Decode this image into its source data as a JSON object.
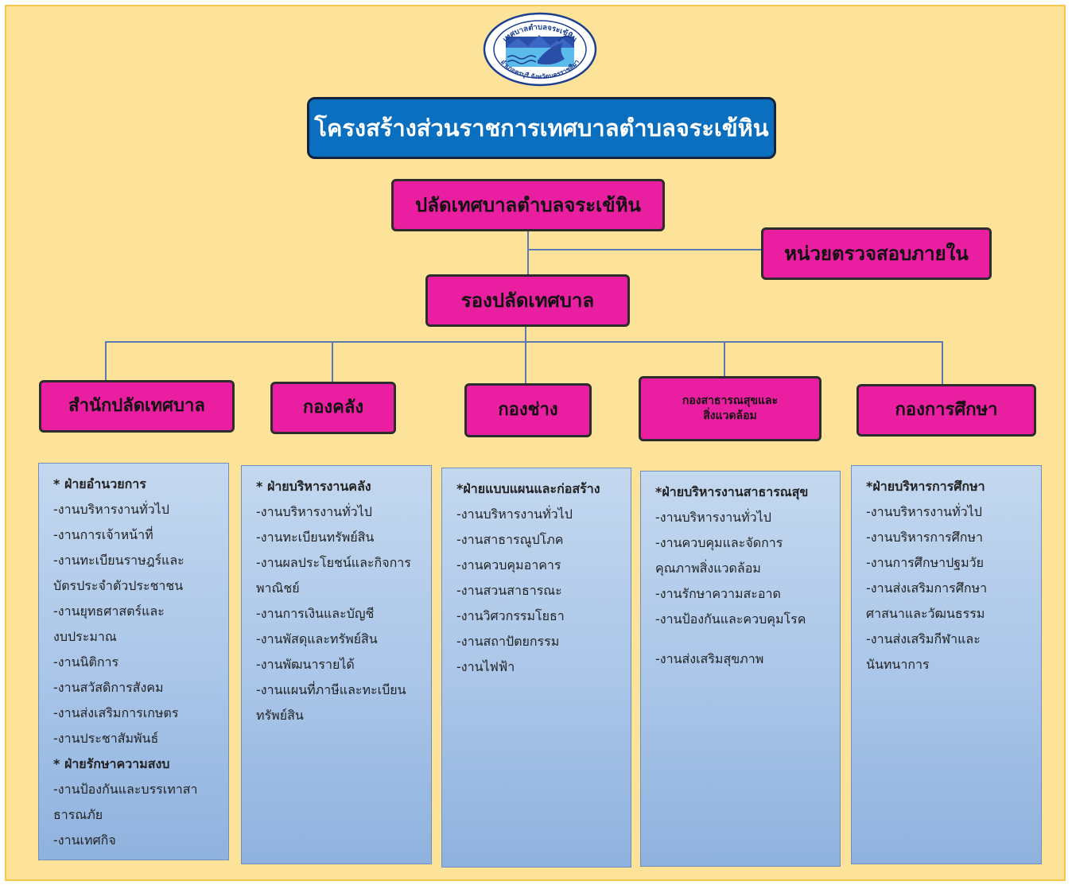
{
  "logo": {
    "icon": "municipality-seal-icon",
    "text_top": "เทศบาลตำบลจระเข้หิน",
    "text_bottom": "อำเภอครบุรี จังหวัดนครราชสีมา"
  },
  "title": "โครงสร้างส่วนราชการเทศบาลตำบลจระเข้หิน",
  "top_boxes": {
    "deputy_mayor": "ปลัดเทศบาลตำบลจระเข้หิน",
    "internal_audit": "หน่วยตรวจสอบภายใน",
    "assistant": "รองปลัดเทศบาล"
  },
  "departments": [
    {
      "name_lines": [
        "สำนักปลัดเทศบาล"
      ],
      "groups": [
        {
          "head": "* ฝ่ายอำนวยการ",
          "items": [
            "-งานบริหารงานทั่วไป",
            "-งานการเจ้าหน้าที่",
            "-งานทะเบียนราษฎร์และ",
            "บัตรประจำตัวประชาชน",
            "-งานยุทธศาสตร์และ",
            "งบประมาณ",
            "-งานนิติการ",
            "-งานสวัสดิการสังคม",
            "-งานส่งเสริมการเกษตร",
            "-งานประชาสัมพันธ์"
          ]
        },
        {
          "head": "* ฝ่ายรักษาความสงบ",
          "items": [
            "-งานป้องกันและบรรเทาสา",
            "ธารณภัย",
            "-งานเทศกิจ"
          ]
        }
      ]
    },
    {
      "name_lines": [
        "กองคลัง"
      ],
      "groups": [
        {
          "head": "* ฝ่ายบริหารงานคลัง",
          "items": [
            "-งานบริหารงานทั่วไป",
            "-งานทะเบียนทรัพย์สิน",
            "-งานผลประโยชน์และกิจการ",
            "พาณิชย์",
            "-งานการเงินและบัญชี",
            "-งานพัสดุและทรัพย์สิน",
            "-งานพัฒนารายได้",
            "-งานแผนที่ภาษีและทะเบียน",
            "ทรัพย์สิน"
          ]
        }
      ]
    },
    {
      "name_lines": [
        "กองช่าง"
      ],
      "groups": [
        {
          "head": "*ฝ่ายแบบแผนและก่อสร้าง",
          "items": [
            "-งานบริหารงานทั่วไป",
            "-งานสาธารณูปโภค",
            "-งานควบคุมอาคาร",
            "-งานสวนสาธารณะ",
            "-งานวิศวกรรมโยธา",
            "-งานสถาปัตยกรรม",
            "-งานไฟฟ้า"
          ]
        }
      ]
    },
    {
      "name_lines": [
        "กองสาธารณสุขและ",
        "สิ่งแวดล้อม"
      ],
      "groups": [
        {
          "head": "*ฝ่ายบริหารงานสาธารณสุข",
          "items": [
            "-งานบริหารงานทั่วไป",
            "-งานควบคุมและจัดการ",
            "คุณภาพสิ่งแวดล้อม",
            "-งานรักษาความสะอาด",
            "-งานป้องกันและควบคุมโรค",
            "",
            "-งานส่งเสริมสุขภาพ"
          ]
        }
      ]
    },
    {
      "name_lines": [
        "กองการศึกษา"
      ],
      "groups": [
        {
          "head": "*ฝ่ายบริหารการศึกษา",
          "items": [
            "-งานบริหารงานทั่วไป",
            "-งานบริหารการศึกษา",
            "-งานการศึกษาปฐมวัย",
            "-งานส่งเสริมการศึกษา",
            "ศาสนาและวัฒนธรรม",
            "-งานส่งเสริมกีฬาและ",
            "นันทนาการ"
          ]
        }
      ]
    }
  ],
  "colors": {
    "background": "#fde29a",
    "title_fill": "#0a6fbf",
    "box_fill": "#e91ea0",
    "panel_fill": "#a9c5e8",
    "connector": "#5a7bb0"
  }
}
